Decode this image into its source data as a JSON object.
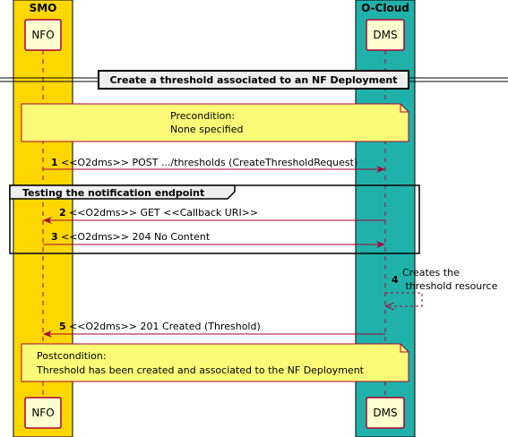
{
  "colors": {
    "smo_box": "#FFD700",
    "ocloud_box": "#20B2AA",
    "participant_fill": "#FEFECE",
    "participant_stroke": "#A80036",
    "note_fill": "#FBFB77",
    "arrow": "#A80036",
    "lifeline": "#A80036"
  },
  "boxes": {
    "smo": {
      "title": "SMO"
    },
    "ocloud": {
      "title": "O-Cloud"
    }
  },
  "participants": {
    "nfo": {
      "label": "NFO"
    },
    "dms": {
      "label": "DMS"
    }
  },
  "divider": {
    "label": "Create a threshold associated to an NF Deployment"
  },
  "precondition": {
    "line1": "Precondition:",
    "line2": "None specified"
  },
  "group": {
    "label": "Testing the notification endpoint"
  },
  "messages": [
    {
      "number": "1",
      "text": "<<O2dms>> POST .../thresholds (CreateThresholdRequest)"
    },
    {
      "number": "2",
      "text": "<<O2dms>> GET <<Callback URI>>"
    },
    {
      "number": "3",
      "text": "<<O2dms>> 204 No Content"
    },
    {
      "number": "4",
      "text_line1": "Creates the",
      "text_line2": " threshold resource"
    },
    {
      "number": "5",
      "text": "<<O2dms>> 201 Created (Threshold)"
    }
  ],
  "postcondition": {
    "line1": "Postcondition:",
    "line2": "Threshold has been created and associated to the NF Deployment"
  }
}
